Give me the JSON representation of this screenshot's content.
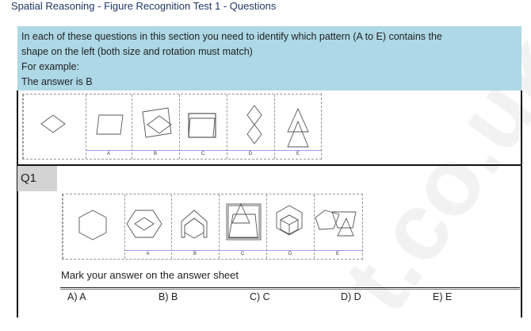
{
  "header": {
    "title": "Spatial Reasoning - Figure Recognition Test 1 - Questions"
  },
  "instructions": {
    "lines": [
      "In each of these questions in this section you need to identify which pattern (A to E) contains the",
      "shape on the left (both size and rotation must match)",
      "For example:",
      "The answer is B"
    ]
  },
  "example": {
    "target_shape": "diamond-icon",
    "options": [
      {
        "label": "A",
        "figure": "parallelogram"
      },
      {
        "label": "B",
        "figure": "diamond-in-rotated-square"
      },
      {
        "label": "C",
        "figure": "parallelogram-in-square"
      },
      {
        "label": "D",
        "figure": "two-stacked-diamonds"
      },
      {
        "label": "E",
        "figure": "two-overlapping-triangles"
      }
    ],
    "answer": "B"
  },
  "question": {
    "label": "Q1",
    "target_shape": "hexagon-icon",
    "options": [
      {
        "label": "A",
        "figure": "diamond-in-hexagon"
      },
      {
        "label": "B",
        "figure": "hexagon-with-house-outline"
      },
      {
        "label": "C",
        "figure": "triangle-trapezoid-in-square"
      },
      {
        "label": "D",
        "figure": "cube-in-hexagon"
      },
      {
        "label": "E",
        "figure": "pentagon-with-triangle"
      }
    ],
    "instruction": "Mark your answer on the answer sheet",
    "answers": [
      "A) A",
      "B) B",
      "C) C",
      "D) D",
      "E) E"
    ]
  },
  "watermark": "...t.co.uk",
  "colors": {
    "instruction_bg": "#add8e6",
    "label_line": "#9b9bf0",
    "qlabel_bg": "#d3d3d3",
    "title": "#1f3864"
  }
}
